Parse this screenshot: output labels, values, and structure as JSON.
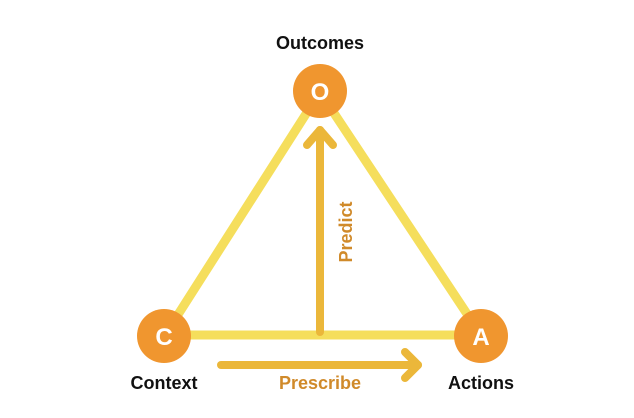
{
  "colors": {
    "triangle": "#F5DE5C",
    "node_fill": "#F0962F",
    "node_letter": "#ffffff",
    "arrow": "#EBB73A",
    "arrow_label": "#D08A2A",
    "label_text": "#111111"
  },
  "nodes": {
    "outcomes": {
      "letter": "O",
      "label": "Outcomes"
    },
    "context": {
      "letter": "C",
      "label": "Context"
    },
    "actions": {
      "letter": "A",
      "label": "Actions"
    }
  },
  "arrows": {
    "predict": {
      "label": "Predict"
    },
    "prescribe": {
      "label": "Prescribe"
    }
  }
}
